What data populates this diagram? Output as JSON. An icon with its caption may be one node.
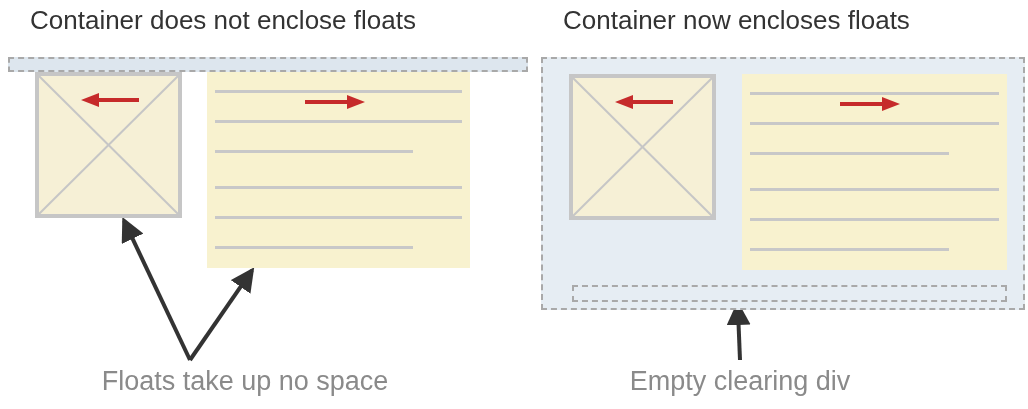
{
  "diagram": {
    "nodes": [
      {
        "text": [
          "Container does not enclose floats"
        ]
      },
      {
        "text": [],
        "shape": "picture"
      },
      {
        "text": [],
        "shape": "box"
      },
      {
        "text": [
          "Floats take up no space"
        ]
      },
      {
        "text": [
          "Container now encloses floats"
        ]
      },
      {
        "text": [],
        "shape": "picture",
        "in": 4
      },
      {
        "text": [],
        "shape": "box",
        "in": 4
      },
      {
        "text": [],
        "shape": "box",
        "in": 4
      },
      {
        "text": [
          "Empty clearing div"
        ]
      }
    ],
    "edges": [
      {
        "from": 3,
        "to": 1,
        "arrow": "to"
      },
      {
        "from": 3,
        "to": 2,
        "arrow": "to"
      },
      {
        "from": 8,
        "to": 7,
        "arrow": "to"
      }
    ]
  }
}
